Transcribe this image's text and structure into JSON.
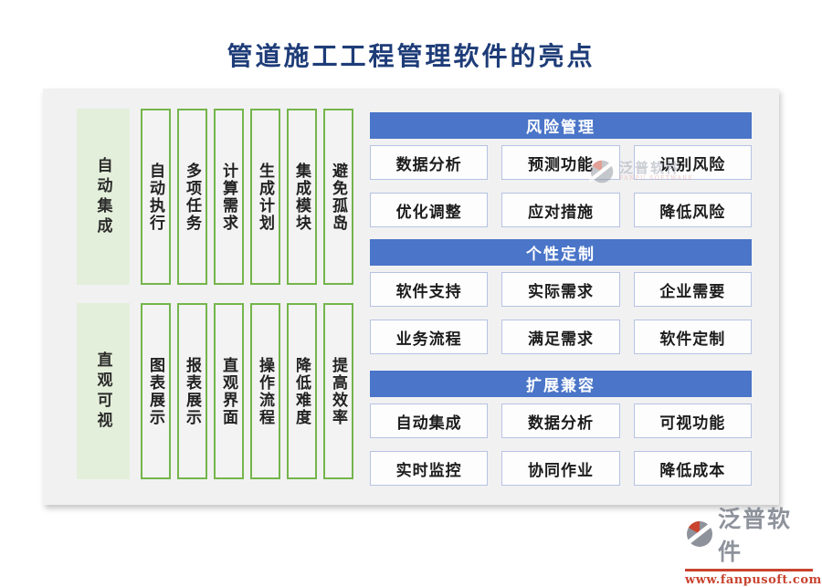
{
  "title": "管道施工工程管理软件的亮点",
  "left_groups": [
    {
      "label": "自动集成",
      "items": [
        "自动执行",
        "多项任务",
        "计算需求",
        "生成计划",
        "集成模块",
        "避免孤岛"
      ]
    },
    {
      "label": "直观可视",
      "items": [
        "图表展示",
        "报表展示",
        "直观界面",
        "操作流程",
        "降低难度",
        "提高效率"
      ]
    }
  ],
  "right_sections": [
    {
      "header": "风险管理",
      "items": [
        "数据分析",
        "预测功能",
        "识别风险",
        "优化调整",
        "应对措施",
        "降低风险"
      ]
    },
    {
      "header": "个性定制",
      "items": [
        "软件支持",
        "实际需求",
        "企业需要",
        "业务流程",
        "满足需求",
        "软件定制"
      ]
    },
    {
      "header": "扩展兼容",
      "items": [
        "自动集成",
        "数据分析",
        "可视功能",
        "实时监控",
        "协同作业",
        "降低成本"
      ]
    }
  ],
  "watermark": {
    "brand": "泛普软件",
    "subtitle": "FANPU SOFTWARE"
  },
  "footer": {
    "brand": "泛普软件",
    "website": "www.fanpusoft.com"
  },
  "colors": {
    "title": "#1e3c78",
    "header_blue": "#4a75c8",
    "button_border": "#b6c3e2",
    "green_border": "#74b54c",
    "green_fill": "#e3efda",
    "brand_grey": "#8d929b",
    "brand_red": "#c9432f",
    "panel_bg": "#f1f1f2"
  }
}
